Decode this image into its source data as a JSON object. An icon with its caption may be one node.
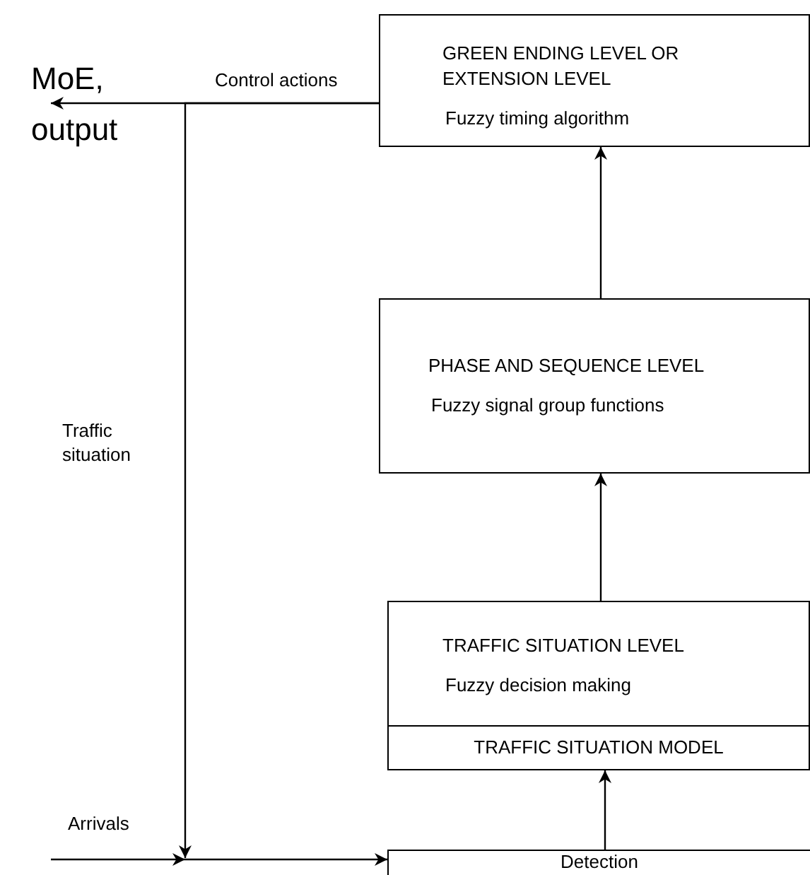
{
  "diagram": {
    "nodes": [
      {
        "text": [
          "GREEN ENDING LEVEL OR EXTENSION LEVEL",
          "Fuzzy timing algorithm"
        ]
      },
      {
        "text": [
          "PHASE AND SEQUENCE LEVEL",
          "Fuzzy signal group functions"
        ]
      },
      {
        "text": [
          "TRAFFIC SITUATION LEVEL",
          "Fuzzy decision making"
        ]
      },
      {
        "text": [
          "TRAFFIC SITUATION MODEL"
        ],
        "in": 2
      },
      {
        "text": [
          "Detection"
        ]
      },
      {
        "text": [
          "MoE,",
          "output"
        ]
      }
    ],
    "edges": [
      {
        "from": 0,
        "to": 5,
        "arrow": "to",
        "label": "Control actions"
      },
      {
        "from": 0,
        "to": null,
        "arrow": "to",
        "label": "Traffic situation"
      },
      {
        "from": null,
        "to": 4,
        "arrow": "to",
        "label": "Arrivals"
      },
      {
        "from": 4,
        "to": 2,
        "arrow": "to"
      },
      {
        "from": 2,
        "to": 1,
        "arrow": "to"
      },
      {
        "from": 1,
        "to": 0,
        "arrow": "to"
      }
    ]
  }
}
